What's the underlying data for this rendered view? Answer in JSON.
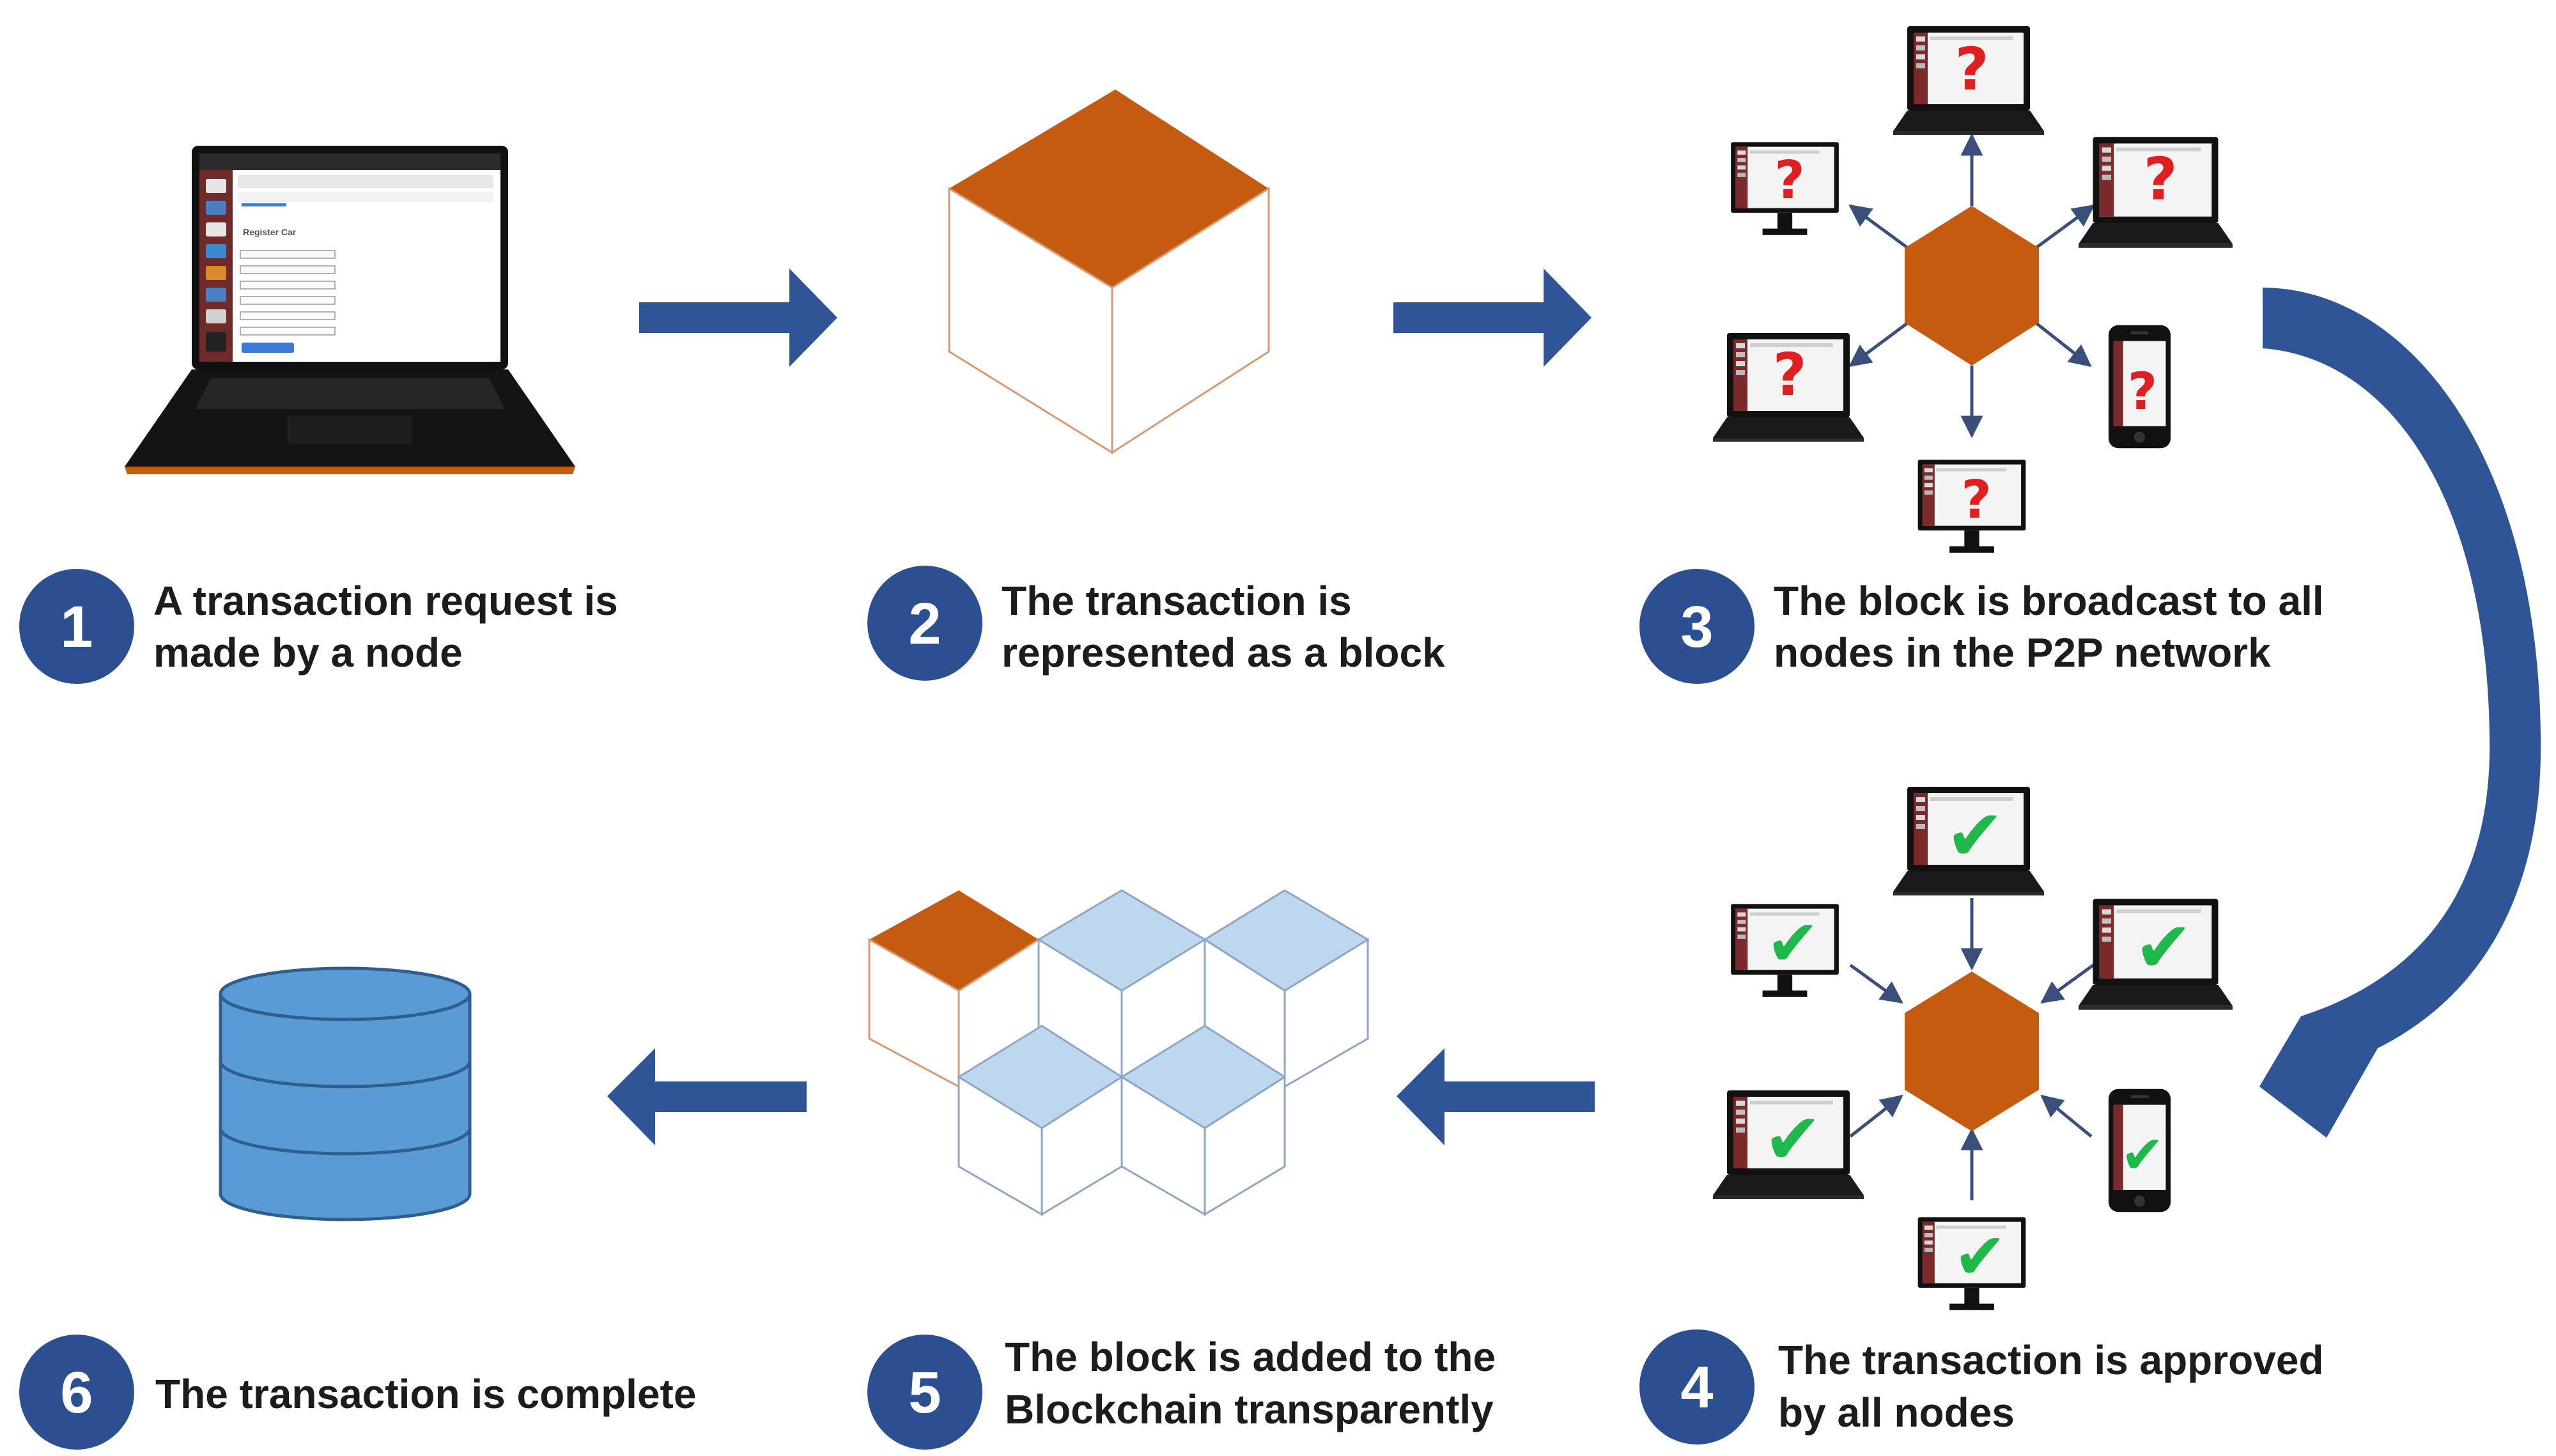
{
  "colors": {
    "badge": "#2c4f91",
    "arrow": "#2f5597",
    "block": "#c55a11",
    "chain_light": "#bdd7ee",
    "database": "#5b9bd5",
    "question": "#e02020",
    "check": "#1fb84a"
  },
  "icons": {
    "arrow": "right-arrow-icon",
    "curve": "curved-arrow-icon",
    "question": "question-mark-icon",
    "check": "checkmark-icon",
    "laptop": "laptop-icon",
    "monitor": "monitor-icon",
    "phone": "phone-icon",
    "database": "database-icon"
  },
  "steps": [
    {
      "number": "1",
      "lines": [
        "A transaction request is",
        "made by a node"
      ]
    },
    {
      "number": "2",
      "lines": [
        "The transaction is",
        "represented as a block"
      ]
    },
    {
      "number": "3",
      "lines": [
        "The block is broadcast to all",
        "nodes in the P2P network"
      ]
    },
    {
      "number": "4",
      "lines": [
        "The transaction is approved",
        "by all nodes"
      ]
    },
    {
      "number": "5",
      "lines": [
        "The block is added to the",
        "Blockchain transparently"
      ]
    },
    {
      "number": "6",
      "lines": [
        "The transaction is complete"
      ]
    }
  ],
  "glyphs": {
    "question": "?",
    "check": "✔"
  },
  "browser_screen": {
    "heading": "Register Car"
  }
}
